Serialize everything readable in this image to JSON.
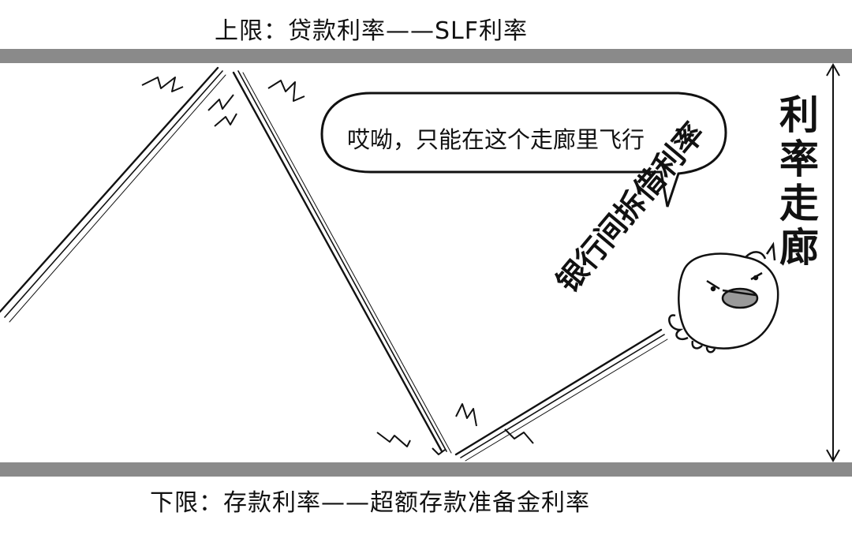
{
  "upper_limit": "上限：贷款利率——SLF利率",
  "lower_limit": "下限：存款利率——超额存款准备金利率",
  "corridor_title": [
    "利",
    "率",
    "走",
    "廊"
  ],
  "speech_bubble": "哎呦，只能在这个走廊里飞行",
  "rate_label": "银行间拆借利率",
  "colors": {
    "bar": "#8a8a8a",
    "ink": "#111111"
  }
}
